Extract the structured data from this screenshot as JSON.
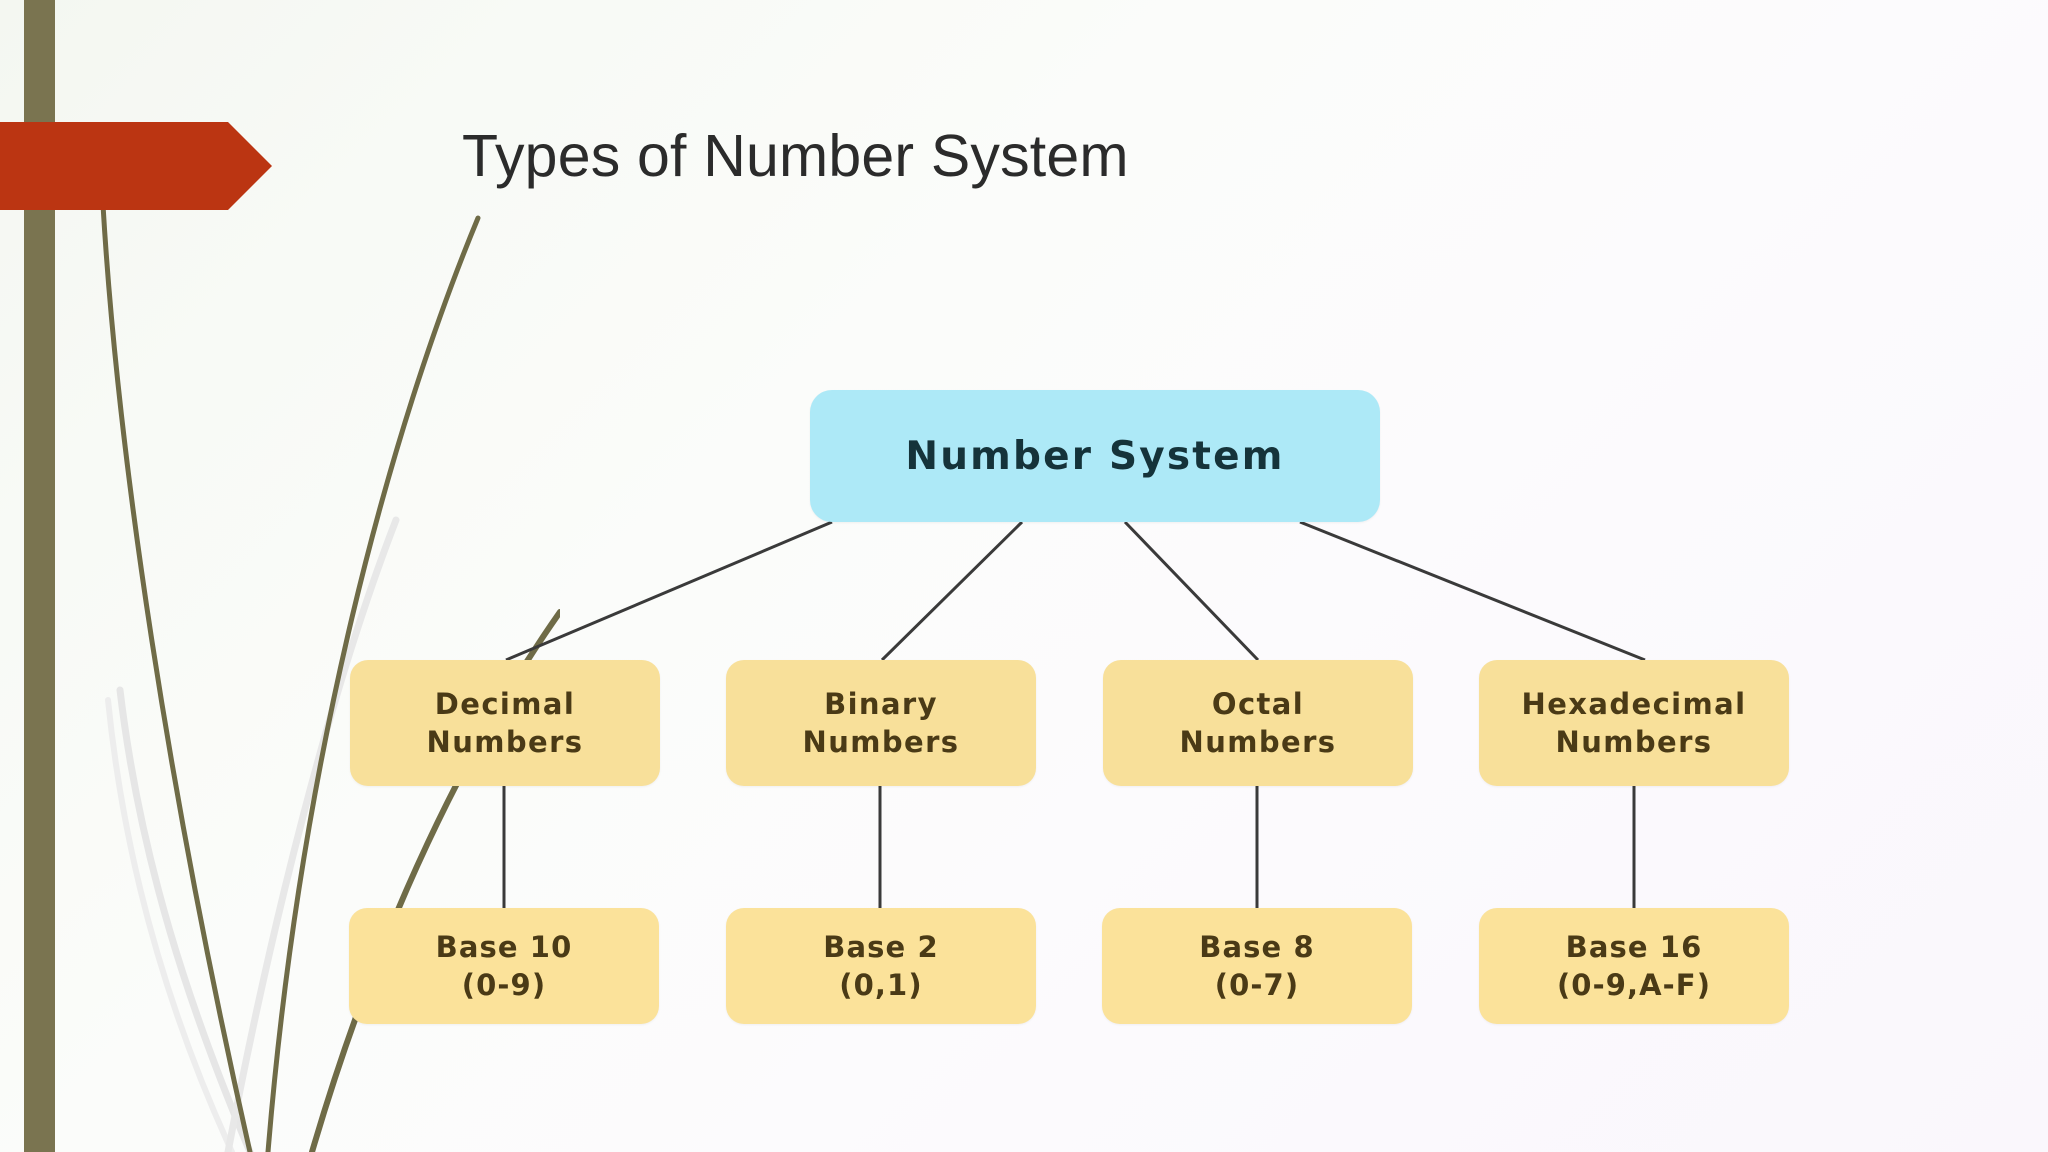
{
  "slide": {
    "title": "Types of Number System",
    "background_colors": {
      "gradient_start": "#f4f7f1",
      "gradient_end": "#faf7fc",
      "left_bar": "#7a7450",
      "banner": "#bb3512",
      "grass_dark": "#6f6b47",
      "grass_light": "#e4e4e4"
    }
  },
  "diagram": {
    "type": "tree",
    "root": {
      "label": "Number System",
      "fill": "#ade9f7",
      "text_color": "#15333a"
    },
    "branches": [
      {
        "type_line1": "Decimal",
        "type_line2": "Numbers",
        "base_line1": "Base 10",
        "base_line2": "(0-9)",
        "fill": "#f8e09a",
        "text_color": "#4a3a16"
      },
      {
        "type_line1": "Binary",
        "type_line2": "Numbers",
        "base_line1": "Base 2",
        "base_line2": "(0,1)",
        "fill": "#f8e09a",
        "text_color": "#4a3a16"
      },
      {
        "type_line1": "Octal",
        "type_line2": "Numbers",
        "base_line1": "Base 8",
        "base_line2": "(0-7)",
        "fill": "#f8e09a",
        "text_color": "#4a3a16"
      },
      {
        "type_line1": "Hexadecimal",
        "type_line2": "Numbers",
        "base_line1": "Base 16",
        "base_line2": "(0-9,A-F)",
        "fill": "#f8e09a",
        "text_color": "#4a3a16"
      }
    ],
    "connector_color": "#3a3a3a"
  }
}
